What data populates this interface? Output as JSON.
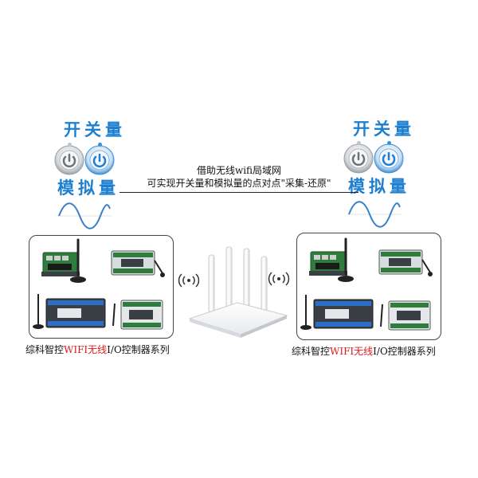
{
  "left": {
    "digital_heading": "开关量",
    "analog_heading": "模拟量",
    "label_prefix": "综科智控",
    "label_highlight": "WIFI无线",
    "label_suffix": "I/O控制器系列"
  },
  "right": {
    "digital_heading": "开关量",
    "analog_heading": "模拟量",
    "label_prefix": "综科智控",
    "label_highlight": "WIFI无线",
    "label_suffix": "I/O控制器系列"
  },
  "caption": {
    "line1": "借助无线wifi局域网",
    "line2": "可实现开关量和模拟量的点对点\"采集-还原\""
  },
  "colors": {
    "heading_blue": "#1e7fd1",
    "highlight_red": "#e01b1b",
    "wave_blue": "#3a7fc8",
    "device_green": "#2f7d3c",
    "device_dark": "#3a3f45"
  },
  "icons": {
    "power": "power-icon",
    "wifi": "wifi-signal-icon",
    "router": "router-icon",
    "antenna": "antenna-icon"
  }
}
